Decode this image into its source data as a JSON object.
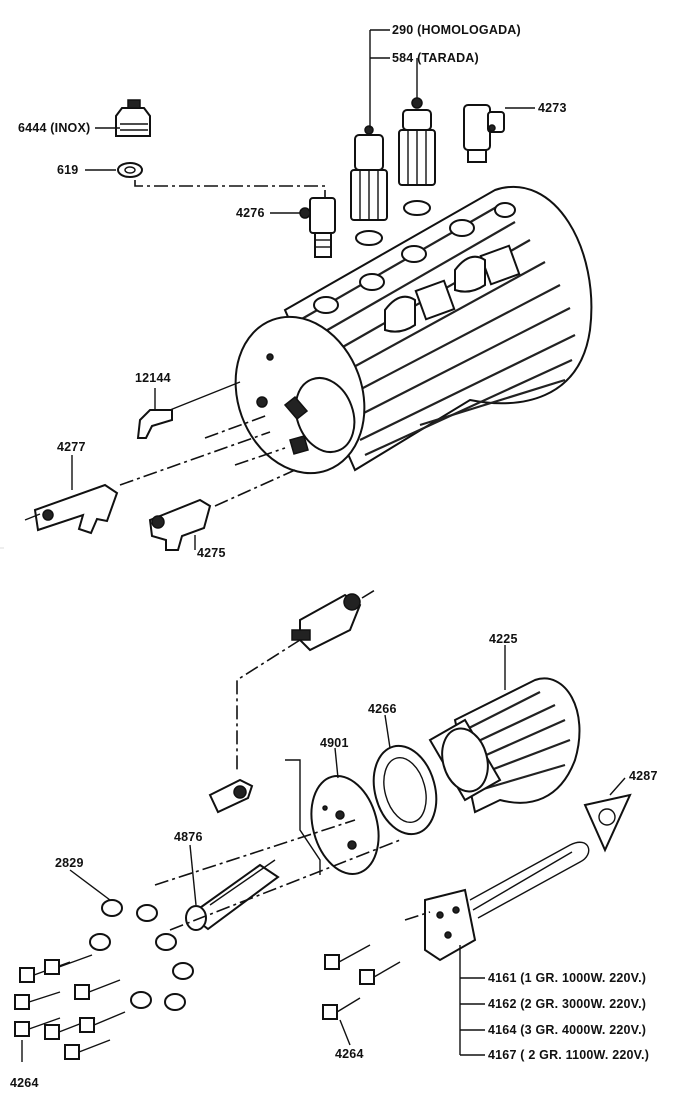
{
  "labels": {
    "l290": "290 (HOMOLOGADA)",
    "l584": "584 (TARADA)",
    "l4273": "4273",
    "l6444": "6444 (INOX)",
    "l619": "619",
    "l4276": "4276",
    "l12144": "12144",
    "l4277": "4277",
    "l4275": "4275",
    "l4225": "4225",
    "l4266": "4266",
    "l4901": "4901",
    "l4287": "4287",
    "l4876": "4876",
    "l2829": "2829",
    "l4161": "4161 (1 GR. 1000W. 220V.)",
    "l4162": "4162 (2 GR. 3000W. 220V.)",
    "l4164": "4164 (3 GR. 4000W. 220V.)",
    "l4167": "4167 ( 2 GR. 1100W. 220V.)",
    "l4264a": "4264",
    "l4264b": "4264"
  }
}
